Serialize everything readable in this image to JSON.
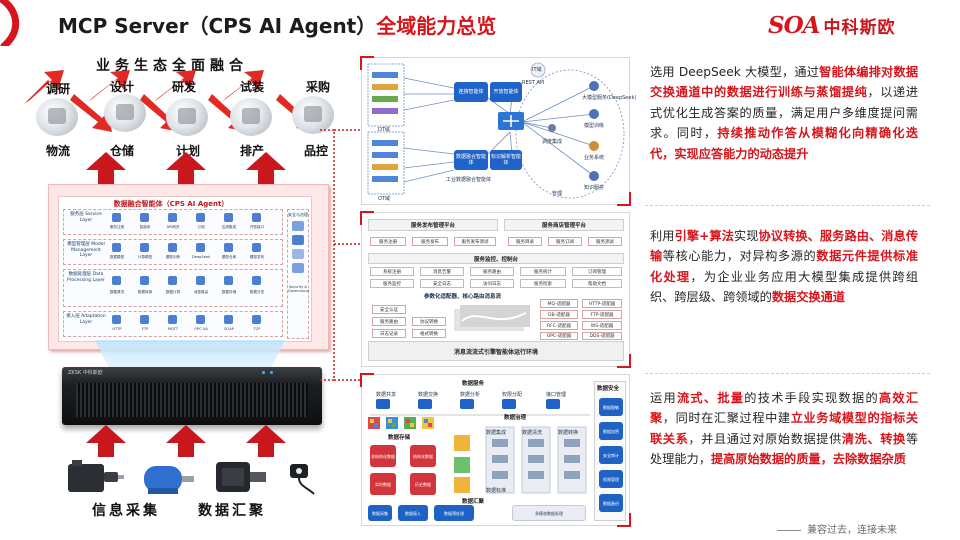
{
  "header": {
    "title_main": "MCP Server（CPS AI Agent）",
    "title_highlight": "全域能力总览"
  },
  "brand": {
    "logo": "SOA",
    "name": "中科斯欧"
  },
  "left": {
    "eco_title": "业务生态全面融合",
    "eco_top": [
      "调研",
      "设计",
      "研发",
      "试装",
      "采购"
    ],
    "eco_bottom": [
      "物流",
      "仓储",
      "计划",
      "排产",
      "品控"
    ],
    "module_title": "数据融合智能体（CPS AI Agent）",
    "layers": [
      {
        "name": "服务层 Service Layer",
        "items": [
          "服务注册",
          "智能体",
          "API网关",
          "订阅",
          "应用集成",
          "开放接口"
        ]
      },
      {
        "name": "模型管理层 Model Management Layer",
        "items": [
          "数据模型",
          "计算模型",
          "模型训练",
          "DeepSeek",
          "模型仓库",
          "模型发布"
        ]
      },
      {
        "name": "数据处理层 Data Processing Layer",
        "items": [
          "数据清洗",
          "数据转换",
          "数据计算",
          "消息路由",
          "数据存储",
          "数据分发"
        ]
      },
      {
        "name": "接入层 Adaptation Layer",
        "items": [
          "HTTP",
          "FTP",
          "MQTT",
          "OPC UA",
          "SOAP",
          "TCP"
        ]
      }
    ],
    "side_box": {
      "title": "安全与治理",
      "note": "Security & Governance"
    },
    "server_brand": "ZKSK 中科斯欧",
    "bottom_labels": [
      "信息采集",
      "数据汇聚"
    ]
  },
  "panel1": {
    "nodes": [
      "连接智能体",
      "开放智能体",
      "数据融合智能体",
      "标识解析智能体",
      "工业数据融合智能体"
    ],
    "labels": [
      "DT域",
      "OT域",
      "IT域",
      "REST API",
      "大模型服务(DeepSeek)",
      "模型训练",
      "业务系统",
      "调度集成",
      "知识服务",
      "管理",
      "OT域"
    ]
  },
  "panel2": {
    "headers": [
      "服务发布管理平台",
      "服务商店管理平台"
    ],
    "row1": [
      "服务注册",
      "服务发布",
      "服务发布测试",
      "服务目录",
      "服务订阅",
      "服务测试"
    ],
    "monitor": "服务监控、控制台",
    "row2": [
      "系统注册",
      "消息告警",
      "服务路由",
      "服务统计",
      "订阅管理",
      "服务监控",
      "安全日志",
      "访问日志",
      "服务检索",
      "帮助文档"
    ],
    "row3_title": "参数化适配器、核心路由消息流",
    "left_chips": [
      "安全认证",
      "服务路由",
      "协议转换",
      "日志记录",
      "格式转换"
    ],
    "right_chips": [
      "MQ-适配器",
      "HTTP-适配器",
      "DB-适配器",
      "FTP-适配器",
      "RFC-适配器",
      "WS-适配器",
      "OPC-适配器",
      "DDS-适配器"
    ],
    "footer": "消息流流式引擎智能体运行环境"
  },
  "panel3": {
    "service_title": "数据服务",
    "service_items": [
      "数据共享",
      "数据交换",
      "数据分析",
      "权限分配",
      "接口管理"
    ],
    "gov_title": "数据治理",
    "gov_items": [
      "数据集成",
      "数据清洗",
      "数据转换",
      "数据标准"
    ],
    "store_title": "数据存储",
    "store_items": [
      "非结构化数据",
      "结构化数据",
      "实时数据",
      "历史数据"
    ],
    "collect_title": "数据汇聚",
    "collect_items": [
      "数据采集",
      "数据接入",
      "数据预处理",
      "多模态数据处理"
    ],
    "security_title": "数据安全",
    "security_items": [
      "数据脱敏",
      "数据加密",
      "安全审计",
      "权限管理",
      "数据备份"
    ]
  },
  "descriptions": [
    [
      {
        "t": "选用 DeepSeek 大模型，通过",
        "h": false
      },
      {
        "t": "智能体编排对数据交换通道中的数据进行训练与蒸馏提纯",
        "h": true
      },
      {
        "t": "，以递进式优化生成答案的质量，满足用户多维度提问需求。同时，",
        "h": false
      },
      {
        "t": "持续推动作答从模糊化向精确化迭代，实现应答能力的动态提升",
        "h": true
      }
    ],
    [
      {
        "t": "利用",
        "h": false
      },
      {
        "t": "引擎+算法",
        "h": true
      },
      {
        "t": "实现",
        "h": false
      },
      {
        "t": "协议转换、服务路由、消息传输",
        "h": true
      },
      {
        "t": "等核心能力，对异构多源的",
        "h": false
      },
      {
        "t": "数据元件提供标准化处理",
        "h": true
      },
      {
        "t": "，为企业业务应用大模型集成提供跨组织、跨层级、跨领域的",
        "h": false
      },
      {
        "t": "数据交换通道",
        "h": true
      }
    ],
    [
      {
        "t": "运用",
        "h": false
      },
      {
        "t": "流式、批量",
        "h": true
      },
      {
        "t": "的技术手段实现数据的",
        "h": false
      },
      {
        "t": "高效汇聚",
        "h": true
      },
      {
        "t": "，同时在汇聚过程中建",
        "h": false
      },
      {
        "t": "立业务域模型的指标关联关系",
        "h": true
      },
      {
        "t": "，并且通过对原始数据提供",
        "h": false
      },
      {
        "t": "清洗、转换",
        "h": true
      },
      {
        "t": "等处理能力，",
        "h": false
      },
      {
        "t": "提高原始数据的质量，去除数据杂质",
        "h": true
      }
    ]
  ],
  "footer": {
    "slogan": "兼容过去，连接未来"
  },
  "colors": {
    "accent": "#d6161c",
    "blue": "#1f63c8",
    "text": "#262626"
  }
}
